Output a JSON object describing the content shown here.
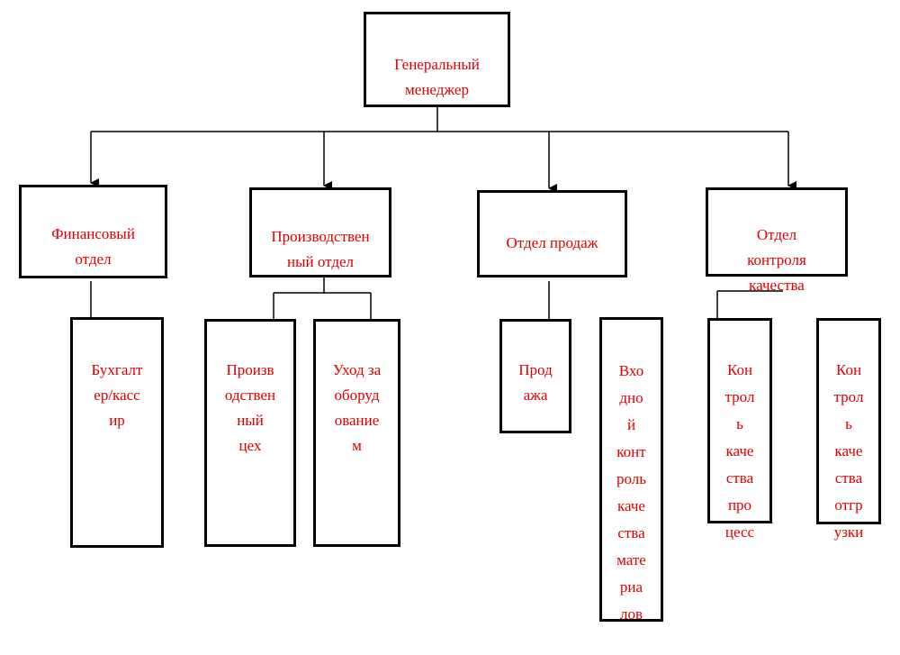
{
  "colors": {
    "text": "#e00000",
    "border": "#000000",
    "background": "#ffffff"
  },
  "top": {
    "label": "Генеральный\nменеджер"
  },
  "departments": {
    "finance": "Финансовый\nотдел",
    "production": "Производствен\nный отдел",
    "sales": "Отдел продаж",
    "quality": "Отдел\nконтроля\nкачества"
  },
  "units": {
    "accountant": "Бухгалт\nер/касс\nир",
    "production_shop": "Произв\nодствен\nный\nцех",
    "equipment_care": "Уход за\nоборуд\nование\nм",
    "sales_unit": "Прод\nажа",
    "incoming_control": "Вхо\nдно\nй\nконт\nроль\nкаче\nства\nмате\nриа\nлов",
    "process_control": "Кон\nтрол\nь\nкаче\nства\nпро\nцесс",
    "shipment_control": "Кон\nтрол\nь\nкаче\nства\nотгр\nузки"
  }
}
